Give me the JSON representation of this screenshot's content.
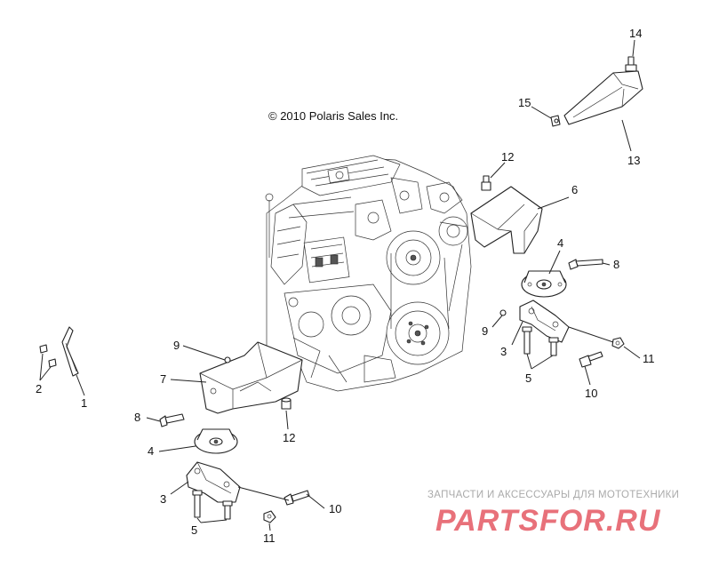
{
  "diagram": {
    "copyright": "© 2010 Polaris Sales Inc.",
    "callouts": [
      "14",
      "15",
      "13",
      "12",
      "6",
      "4",
      "8",
      "9",
      "3",
      "11",
      "5",
      "10",
      "2",
      "1",
      "9",
      "7",
      "8",
      "12",
      "4",
      "3",
      "10",
      "5",
      "11"
    ]
  },
  "watermark": {
    "tagline": "ЗАПЧАСТИ И АКСЕССУАРЫ ДЛЯ МОТОТЕХНИКИ",
    "logo_text": "PARTSFOR.RU",
    "logo_color": "#e8717a"
  }
}
